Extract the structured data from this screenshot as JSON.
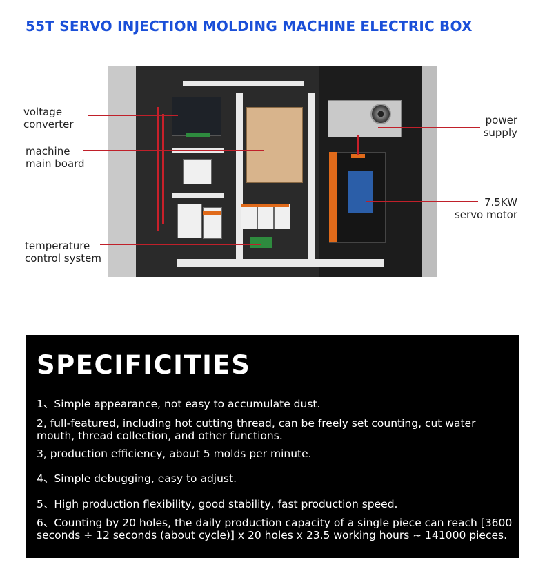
{
  "header": {
    "title": "55T SERVO INJECTION MOLDING MACHINE ELECTRIC BOX",
    "title_color": "#1a4fd8"
  },
  "diagram": {
    "pointer_color": "#c0202a",
    "labels": {
      "voltage_converter": [
        "voltage",
        "converter"
      ],
      "machine_main_board": [
        "machine",
        "main board"
      ],
      "temperature_control": [
        "temperature",
        "control system"
      ],
      "power_supply": [
        "power",
        "supply"
      ],
      "servo_motor": [
        "7.5KW",
        "servo motor"
      ]
    }
  },
  "specs": {
    "heading": "SPECIFICITIES",
    "items": [
      "1、Simple appearance, not easy to accumulate dust.",
      "2, full-featured, including hot cutting thread, can be freely set counting, cut water mouth, thread collection, and other functions.",
      "3, production efficiency, about 5 molds per minute.",
      "4、Simple debugging, easy to adjust.",
      "5、High production flexibility, good stability, fast production speed.",
      "6、Counting by 20 holes, the daily production capacity of a single piece can reach [3600 seconds ÷ 12 seconds (about cycle)] x 20 holes x 23.5 working hours ~ 141000 pieces."
    ]
  }
}
